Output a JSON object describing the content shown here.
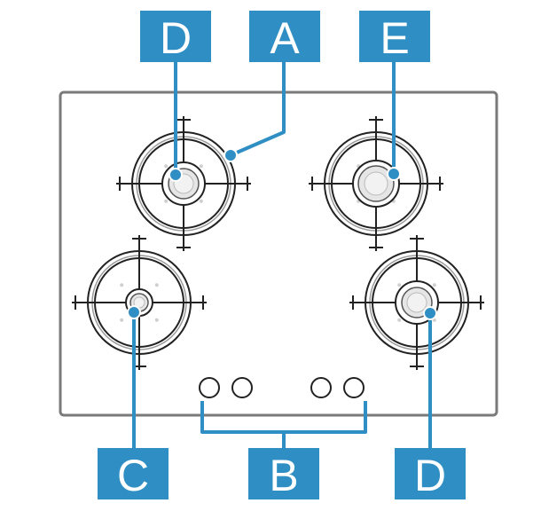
{
  "diagram": {
    "callout_color": "#2f8fc4",
    "panel_border_color": "#7a7a7a",
    "callouts": {
      "top_left": "D",
      "top_middle": "A",
      "top_right": "E",
      "bottom_left": "C",
      "bottom_middle": "B",
      "bottom_right": "D"
    },
    "burners": [
      {
        "id": "top-left-burner",
        "cap": "medium"
      },
      {
        "id": "top-right-burner",
        "cap": "large"
      },
      {
        "id": "bottom-left-burner",
        "cap": "small"
      },
      {
        "id": "bottom-right-burner",
        "cap": "medium"
      }
    ],
    "knob_count": 4
  }
}
